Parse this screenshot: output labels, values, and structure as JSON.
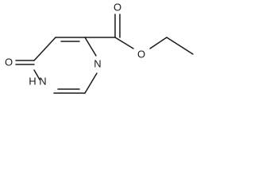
{
  "molecule": {
    "atoms": {
      "oxo_oxygen": "O",
      "ring_nh": "N",
      "ring_nh_h": "H",
      "ring_n": "N",
      "carbonyl_oxygen": "O",
      "ester_oxygen": "O"
    },
    "colors": {
      "ink": "#1a1a1a",
      "background": "#ffffff"
    }
  }
}
